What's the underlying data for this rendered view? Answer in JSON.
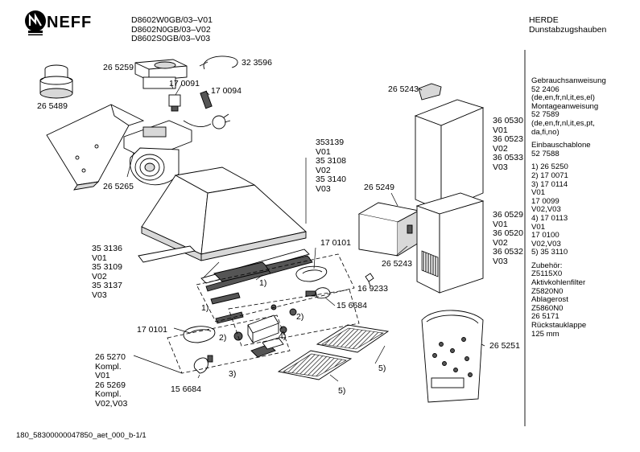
{
  "header": {
    "models": [
      "D8602W0GB/03–V01",
      "D8602N0GB/03–V02",
      "D8602S0GB/03–V03"
    ],
    "category": [
      "HERDE",
      "Dunstabzugshauben"
    ]
  },
  "logo": {
    "text": "NEFF"
  },
  "parts": {
    "p265489": "26 5489",
    "p265259": "26 5259",
    "p323596": "32 3596",
    "p170091": "17 0091",
    "p170094": "17 0094",
    "p265265": "26 5265",
    "p265243a": "26 5243",
    "p265249": "26 5249",
    "p265243b": "26 5243",
    "p169233": "16 9233",
    "p170101a": "17 0101",
    "p156684a": "15 6684",
    "p170101b": "17 0101",
    "p156684b": "15 6684",
    "p265251": "26 5251",
    "mark1a": "1)",
    "mark1b": "1)",
    "mark2a": "2)",
    "mark2b": "2)",
    "mark3": "3)",
    "mark4": "4)",
    "mark5a": "5)",
    "mark5b": "5)",
    "hood_variants": [
      "353139",
      "V01",
      "35 3108",
      "V02",
      "35 3140",
      "V03"
    ],
    "grease_variants": [
      "35 3136",
      "V01",
      "35 3109",
      "V02",
      "35 3137",
      "V03"
    ],
    "chimney_upper": [
      "36 0530",
      "V01",
      "36 0523",
      "V02",
      "36 0533",
      "V03"
    ],
    "chimney_lower": [
      "36 0529",
      "V01",
      "36 0520",
      "V02",
      "36 0532",
      "V03"
    ],
    "lamp_kit": [
      "26 5270",
      "Kompl.",
      "V01",
      "26 5269",
      "Kompl.",
      "V02,V03"
    ]
  },
  "right_column": [
    "Gebrauchsanweisung",
    "52 2406",
    "(de,en,fr,nl,it,es,el)",
    "Montageanweisung",
    "52 7589",
    "(de,en,fr,nl,it,es,pt,",
    "da,fi,no)",
    "",
    "Einbauschablone",
    "52 7588",
    "",
    "1)  26 5250",
    "2)  17 0071",
    "3)  17 0114",
    "      V01",
    "      17 0099",
    "      V02,V03",
    "4)  17 0113",
    "      V01",
    "      17 0100",
    "      V02,V03",
    "5)  35 3110",
    "",
    "Zubehör:",
    "Z5115X0",
    "Aktivkohlenfilter",
    "Z5820N0",
    "Ablagerost",
    "Z5860N0",
    "26 5171",
    "Rückstauklappe",
    "125 mm"
  ],
  "footer": {
    "doc_id": "180_58300000047850_aet_000_b-1/1"
  }
}
